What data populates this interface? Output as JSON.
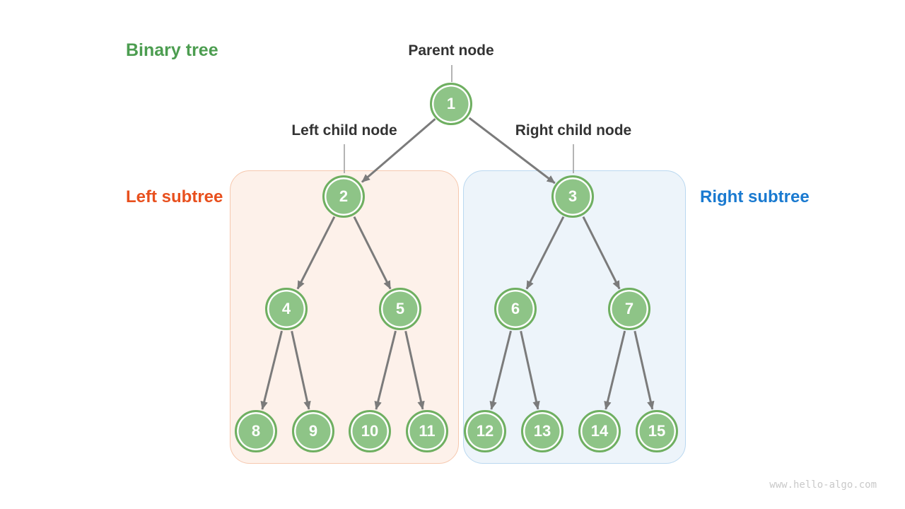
{
  "page": {
    "title": "Binary tree",
    "watermark": "www.hello-algo.com"
  },
  "labels": {
    "parent_node": "Parent node",
    "left_child_node": "Left child node",
    "right_child_node": "Right child node",
    "left_subtree": "Left subtree",
    "right_subtree": "Right subtree"
  },
  "colors": {
    "title_green": "#4C9D50",
    "left_subtree_orange": "#E8501E",
    "right_subtree_blue": "#1A7AD0",
    "node_fill": "#8EC487",
    "node_ring": "#6FAF61",
    "node_text": "#FFFFFF",
    "edge_gray": "#7B7B7B",
    "label_line_gray": "#9B9B9B",
    "left_region_fill": "#FDF1EA",
    "left_region_border": "#F6C8AE",
    "right_region_fill": "#EDF4FA",
    "right_region_border": "#BAD8F0",
    "label_text": "#333333",
    "watermark_gray": "#C9C9C9"
  },
  "tree": {
    "node_values": [
      1,
      2,
      3,
      4,
      5,
      6,
      7,
      8,
      9,
      10,
      11,
      12,
      13,
      14,
      15
    ],
    "edges": [
      [
        1,
        2
      ],
      [
        1,
        3
      ],
      [
        2,
        4
      ],
      [
        2,
        5
      ],
      [
        3,
        6
      ],
      [
        3,
        7
      ],
      [
        4,
        8
      ],
      [
        4,
        9
      ],
      [
        5,
        10
      ],
      [
        5,
        11
      ],
      [
        6,
        12
      ],
      [
        6,
        13
      ],
      [
        7,
        14
      ],
      [
        7,
        15
      ]
    ]
  }
}
